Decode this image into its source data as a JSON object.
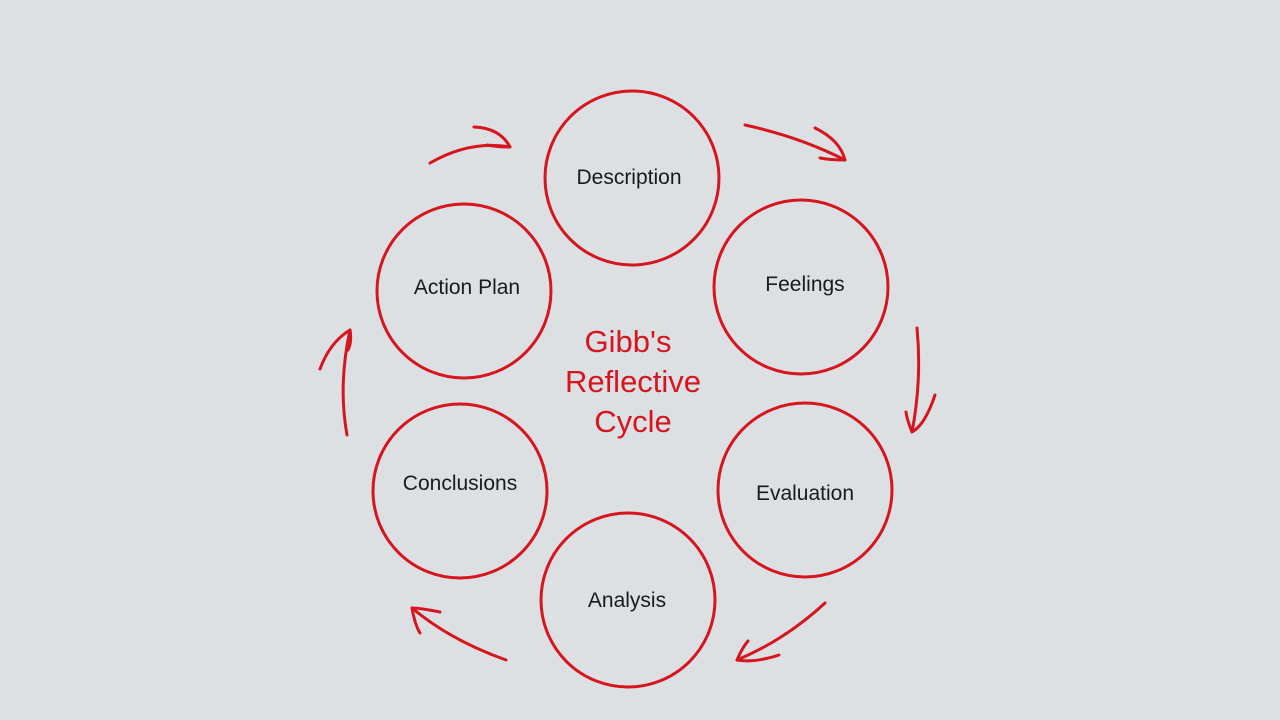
{
  "title_lines": [
    "Gibb's",
    "Reflective",
    "Cycle"
  ],
  "nodes": [
    {
      "label": "Description"
    },
    {
      "label": "Feelings"
    },
    {
      "label": "Evaluation"
    },
    {
      "label": "Analysis"
    },
    {
      "label": "Conclusions"
    },
    {
      "label": "Action Plan"
    }
  ],
  "colors": {
    "accent": "#d6151f",
    "background": "#dce0e3",
    "text": "#1a1a1a"
  }
}
